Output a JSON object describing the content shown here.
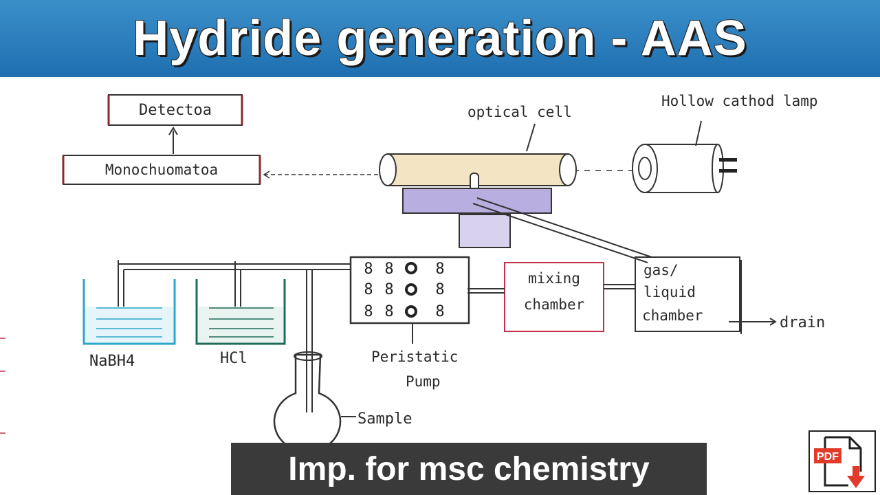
{
  "header": {
    "title": "Hydride generation - AAS"
  },
  "diagram": {
    "labels": {
      "detector": "Detectoa",
      "monochromator": "Monochuomatoa",
      "optical_cell": "optical cell",
      "lamp": "Hollow cathod lamp",
      "nabh4": "NaBH4",
      "hcl": "HCl",
      "pump_line1": "Peristatic",
      "pump_line2": "Pump",
      "mixing_line1": "mixing",
      "mixing_line2": "chamber",
      "gas_line1": "gas/",
      "gas_line2": "liquid",
      "gas_line3": "chamber",
      "drain": "drain",
      "sample": "Sample"
    },
    "colors": {
      "nabh4_beaker": "#2aa7c9",
      "hcl_beaker": "#1f6b5a",
      "mixing_box": "#c0304a",
      "optical_cell_fill": "#f3e4c4",
      "base_fill": "#9c8ad0"
    }
  },
  "footer": {
    "caption": "Imp. for msc chemistry"
  },
  "badge": {
    "label": "PDF",
    "icon": "pdf-download-icon",
    "color": "#e23a2a"
  }
}
